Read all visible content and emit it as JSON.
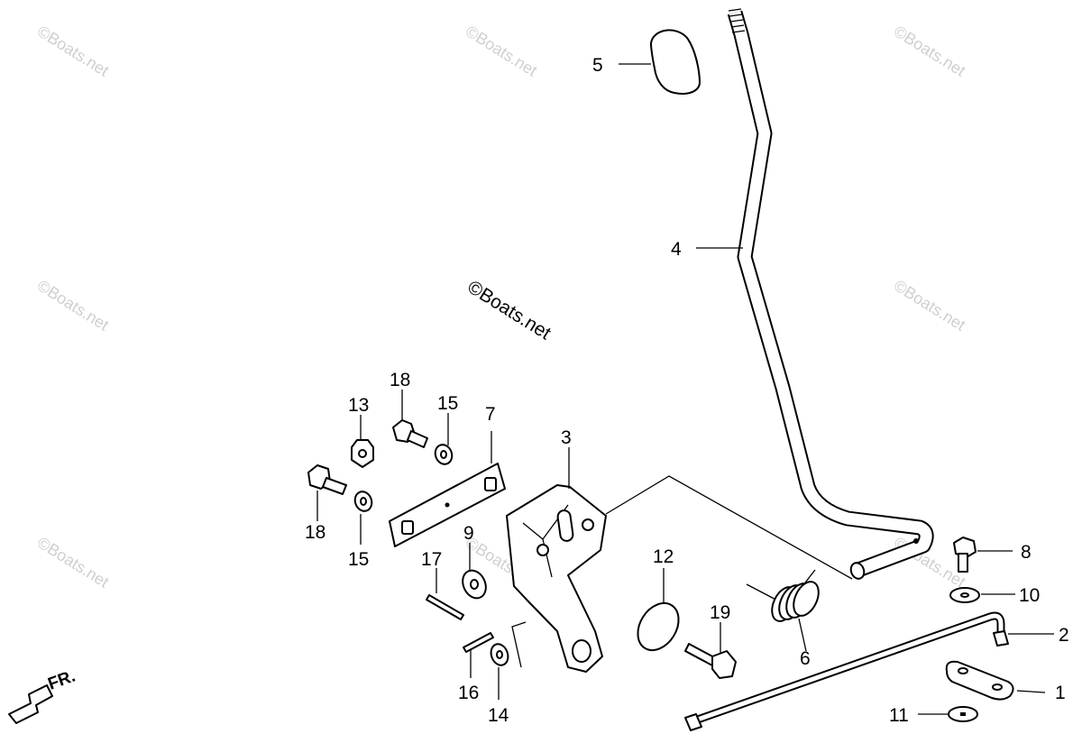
{
  "watermark": "©Boats.net",
  "center_watermark": "©Boats.net",
  "front_label": "FR.",
  "callouts": {
    "c1": "1",
    "c2": "2",
    "c3": "3",
    "c4": "4",
    "c5": "5",
    "c6": "6",
    "c7": "7",
    "c8": "8",
    "c9": "9",
    "c10": "10",
    "c11": "11",
    "c12": "12",
    "c13": "13",
    "c14": "14",
    "c15a": "15",
    "c15b": "15",
    "c16": "16",
    "c17": "17",
    "c18a": "18",
    "c18b": "18",
    "c19": "19"
  }
}
